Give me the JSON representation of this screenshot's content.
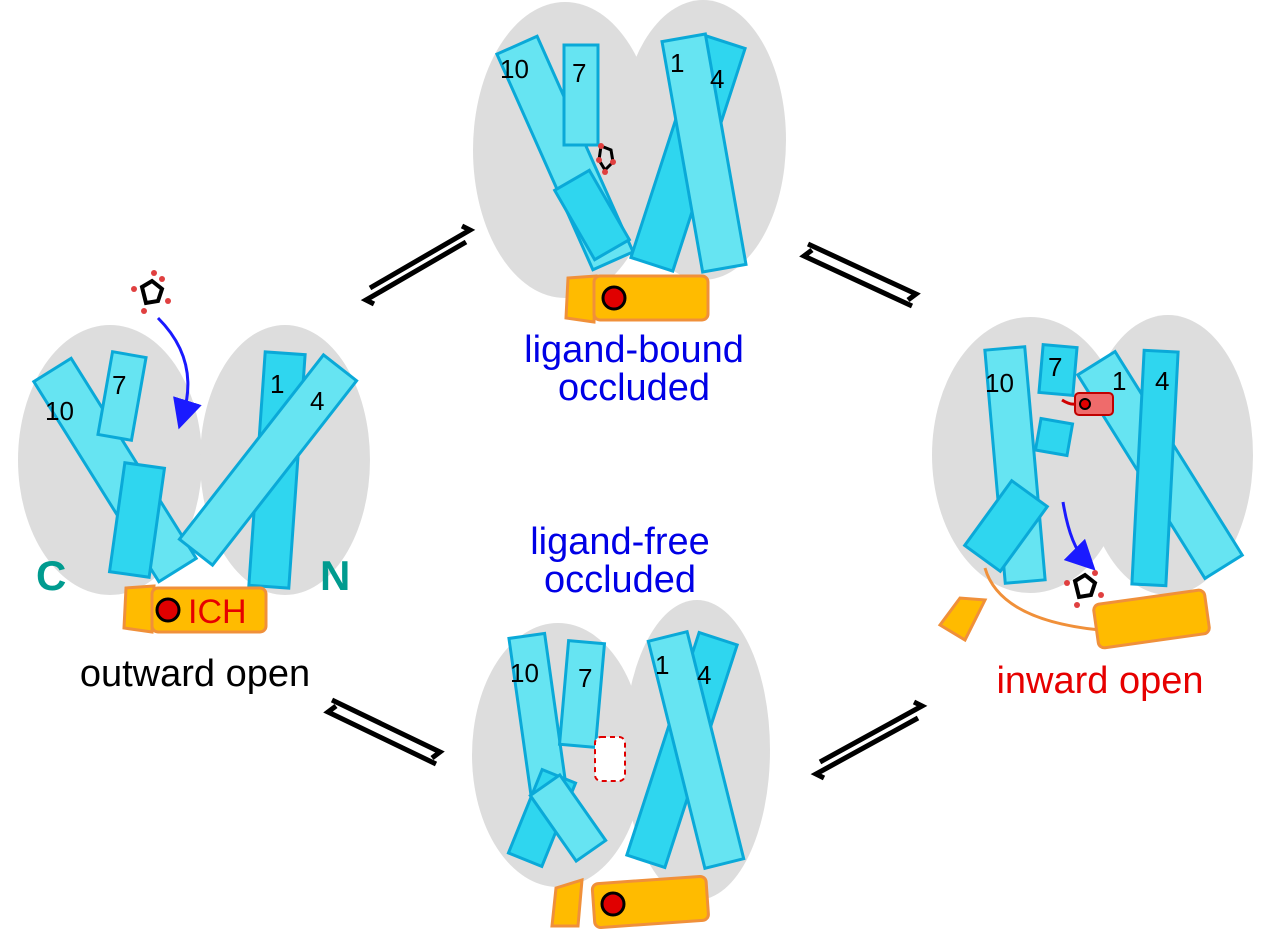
{
  "diagram": {
    "states": {
      "top": {
        "line1": "ligand-bound",
        "line2": "occluded"
      },
      "bottom": {
        "line1": "ligand-free",
        "line2": "occluded"
      },
      "left": {
        "label": "outward open",
        "ich": "ICH",
        "c_term": "C",
        "n_term": "N"
      },
      "right": {
        "label": "inward open"
      }
    },
    "helices": {
      "h10": "10",
      "h7": "7",
      "h1": "1",
      "h4": "4"
    },
    "colors": {
      "helix": "#2fd6ef",
      "domain_background": "#dddddd",
      "ich_bar": "#ffbb00",
      "ligand_site": "#e00000",
      "state_label_blue": "#0000e6",
      "state_label_red": "#e60000",
      "terminus": "#009b8f",
      "arrow": "#1a1aff"
    }
  }
}
